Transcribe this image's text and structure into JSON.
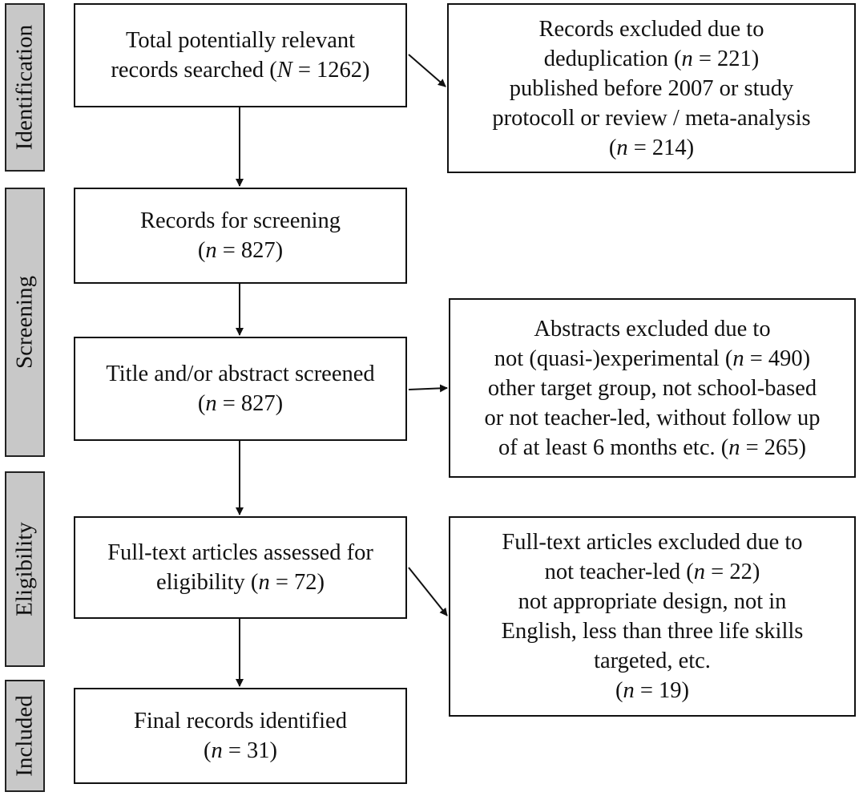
{
  "stages": {
    "identification": "Identification",
    "screening": "Screening",
    "eligibility": "Eligibility",
    "included": "Included"
  },
  "boxes": {
    "total_records": {
      "line1": "Total potentially relevant",
      "line2_pre": "records searched (",
      "line2_var": "N",
      "line2_post": " = 1262)"
    },
    "excluded_dedup": {
      "line1": "Records excluded due to",
      "line2_pre": "deduplication (",
      "line2_var": "n",
      "line2_post": " = 221)",
      "line3": "published before 2007 or study",
      "line4": "protocoll or review / meta-analysis",
      "line5_pre": "(",
      "line5_var": "n",
      "line5_post": " = 214)"
    },
    "records_screening": {
      "line1": "Records for screening",
      "line2_pre": "(",
      "line2_var": "n",
      "line2_post": " = 827)"
    },
    "title_abstract": {
      "line1": "Title and/or abstract screened",
      "line2_pre": "(",
      "line2_var": "n",
      "line2_post": " = 827)"
    },
    "abstracts_excluded": {
      "line1": "Abstracts excluded due to",
      "line2_pre": "not (quasi-)experimental (",
      "line2_var": "n",
      "line2_post": " = 490)",
      "line3": "other target group, not school-based",
      "line4": "or not teacher-led, without follow up",
      "line5_pre": "of at least 6 months etc. (",
      "line5_var": "n",
      "line5_post": " = 265)"
    },
    "fulltext_assessed": {
      "line1": "Full-text articles assessed for",
      "line2_pre": "eligibility (",
      "line2_var": "n",
      "line2_post": " = 72)"
    },
    "fulltext_excluded": {
      "line1": "Full-text articles excluded due to",
      "line2_pre": "not teacher-led (",
      "line2_var": "n",
      "line2_post": " = 22)",
      "line3": "not appropriate design, not in",
      "line4": "English, less than three life skills",
      "line5": "targeted, etc.",
      "line6_pre": "(",
      "line6_var": "n",
      "line6_post": " = 19)"
    },
    "final_records": {
      "line1": "Final records identified",
      "line2_pre": "(",
      "line2_var": "n",
      "line2_post": " = 31)"
    }
  }
}
